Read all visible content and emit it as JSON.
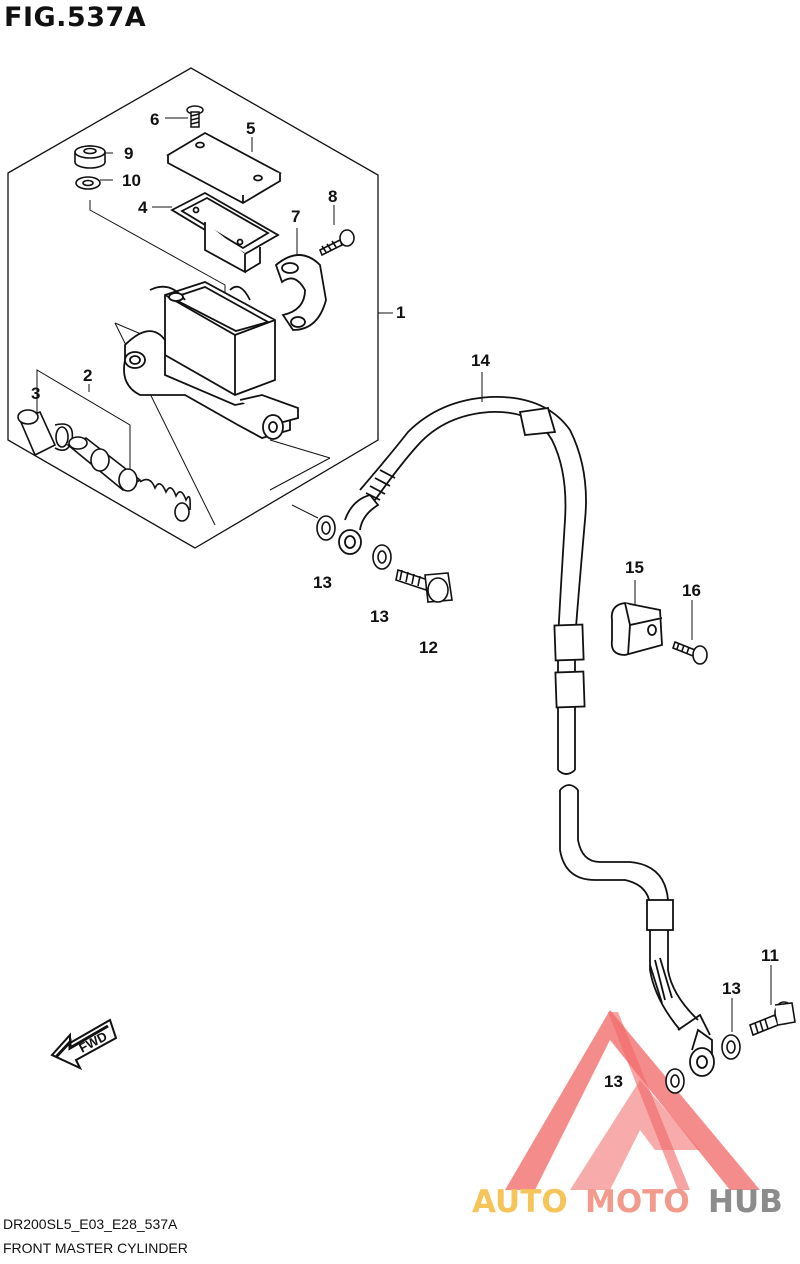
{
  "figure": {
    "title": "FIG.537A",
    "model_code": "DR200SL5_E03_E28_537A",
    "name": "FRONT MASTER CYLINDER"
  },
  "direction_marker": "FWD",
  "watermark": {
    "text_parts": [
      "AUTO",
      "MOTO",
      "HUB"
    ],
    "colors": {
      "auto": "#f6c55a",
      "moto": "#f29a8c",
      "hub": "#8c8c8c",
      "triangle": "#ef4b4b"
    }
  },
  "callouts": {
    "c1": "1",
    "c2": "2",
    "c3": "3",
    "c4": "4",
    "c5": "5",
    "c6": "6",
    "c7": "7",
    "c8": "8",
    "c9": "9",
    "c10": "10",
    "c11": "11",
    "c12": "12",
    "c13a": "13",
    "c13b": "13",
    "c13c": "13",
    "c13d": "13",
    "c14": "14",
    "c15": "15",
    "c16": "16"
  }
}
